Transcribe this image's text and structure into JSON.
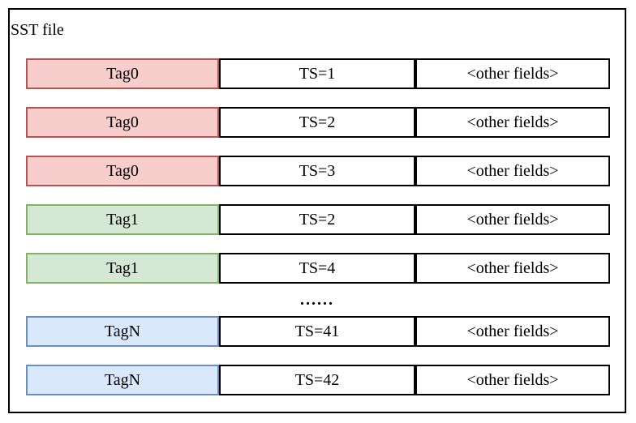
{
  "diagram": {
    "title": "SST file",
    "ellipsis": "......"
  },
  "rows": [
    {
      "tag": "Tag0",
      "ts": "TS=1",
      "other": "<other fields>",
      "color_group": "red"
    },
    {
      "tag": "Tag0",
      "ts": "TS=2",
      "other": "<other fields>",
      "color_group": "red"
    },
    {
      "tag": "Tag0",
      "ts": "TS=3",
      "other": "<other fields>",
      "color_group": "red"
    },
    {
      "tag": "Tag1",
      "ts": "TS=2",
      "other": "<other fields>",
      "color_group": "green"
    },
    {
      "tag": "Tag1",
      "ts": "TS=4",
      "other": "<other fields>",
      "color_group": "green"
    },
    {
      "tag": "TagN",
      "ts": "TS=41",
      "other": "<other fields>",
      "color_group": "blue"
    },
    {
      "tag": "TagN",
      "ts": "TS=42",
      "other": "<other fields>",
      "color_group": "blue"
    }
  ],
  "colors": {
    "red_fill": "#f8cecc",
    "red_border": "#b85450",
    "green_fill": "#d5e8d4",
    "green_border": "#82b366",
    "blue_fill": "#dae8fc",
    "blue_border": "#6c8ebf",
    "box_border": "#000000"
  }
}
